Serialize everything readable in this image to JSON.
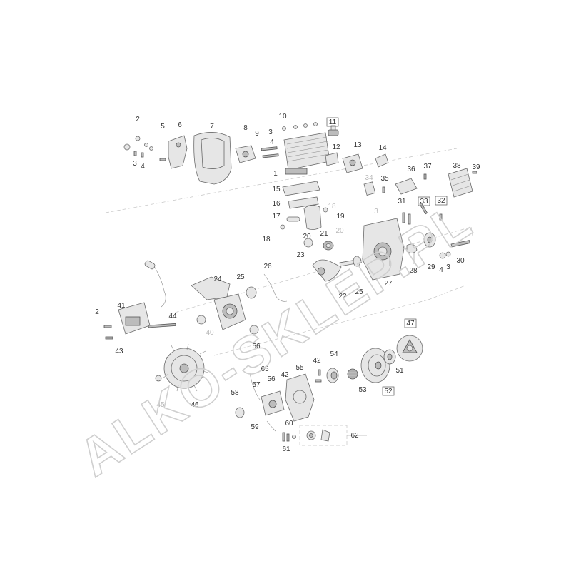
{
  "watermark": "ALKO-SKLEP.PL",
  "labels": [
    {
      "id": "l2a",
      "text": "2",
      "boxed": false,
      "light": false
    },
    {
      "id": "l3a",
      "text": "3",
      "boxed": false,
      "light": false
    },
    {
      "id": "l4a",
      "text": "4",
      "boxed": false,
      "light": false
    },
    {
      "id": "l5",
      "text": "5",
      "boxed": false,
      "light": false
    },
    {
      "id": "l6",
      "text": "6",
      "boxed": false,
      "light": false
    },
    {
      "id": "l7",
      "text": "7",
      "boxed": false,
      "light": false
    },
    {
      "id": "l8",
      "text": "8",
      "boxed": false,
      "light": false
    },
    {
      "id": "l9",
      "text": "9",
      "boxed": false,
      "light": false
    },
    {
      "id": "l10",
      "text": "10",
      "boxed": false,
      "light": false
    },
    {
      "id": "l3b",
      "text": "3",
      "boxed": false,
      "light": false
    },
    {
      "id": "l4b",
      "text": "4",
      "boxed": false,
      "light": false
    },
    {
      "id": "l11",
      "text": "11",
      "boxed": true,
      "light": false
    },
    {
      "id": "l12",
      "text": "12",
      "boxed": false,
      "light": false
    },
    {
      "id": "l13",
      "text": "13",
      "boxed": false,
      "light": false
    },
    {
      "id": "l14",
      "text": "14",
      "boxed": false,
      "light": false
    },
    {
      "id": "l1",
      "text": "1",
      "boxed": false,
      "light": false
    },
    {
      "id": "l36",
      "text": "36",
      "boxed": false,
      "light": false
    },
    {
      "id": "l37",
      "text": "37",
      "boxed": false,
      "light": false
    },
    {
      "id": "l38",
      "text": "38",
      "boxed": false,
      "light": false
    },
    {
      "id": "l39",
      "text": "39",
      "boxed": false,
      "light": false
    },
    {
      "id": "l34",
      "text": "34",
      "boxed": false,
      "light": true
    },
    {
      "id": "l35",
      "text": "35",
      "boxed": false,
      "light": false
    },
    {
      "id": "l15",
      "text": "15",
      "boxed": false,
      "light": false
    },
    {
      "id": "l16",
      "text": "16",
      "boxed": false,
      "light": false
    },
    {
      "id": "l18a",
      "text": "18",
      "boxed": false,
      "light": true
    },
    {
      "id": "l19",
      "text": "19",
      "boxed": false,
      "light": false
    },
    {
      "id": "l3c",
      "text": "3",
      "boxed": false,
      "light": true
    },
    {
      "id": "l33",
      "text": "33",
      "boxed": true,
      "light": false
    },
    {
      "id": "l31",
      "text": "31",
      "boxed": false,
      "light": false
    },
    {
      "id": "l32",
      "text": "32",
      "boxed": true,
      "light": false
    },
    {
      "id": "l17",
      "text": "17",
      "boxed": false,
      "light": false
    },
    {
      "id": "l18b",
      "text": "18",
      "boxed": false,
      "light": false
    },
    {
      "id": "l20a",
      "text": "20",
      "boxed": false,
      "light": false
    },
    {
      "id": "l21",
      "text": "21",
      "boxed": false,
      "light": false
    },
    {
      "id": "l20b",
      "text": "20",
      "boxed": false,
      "light": true
    },
    {
      "id": "l23",
      "text": "23",
      "boxed": false,
      "light": false
    },
    {
      "id": "l28",
      "text": "28",
      "boxed": false,
      "light": false
    },
    {
      "id": "l29",
      "text": "29",
      "boxed": false,
      "light": false
    },
    {
      "id": "l4c",
      "text": "4",
      "boxed": false,
      "light": false
    },
    {
      "id": "l3d",
      "text": "3",
      "boxed": false,
      "light": false
    },
    {
      "id": "l30",
      "text": "30",
      "boxed": false,
      "light": false
    },
    {
      "id": "l24",
      "text": "24",
      "boxed": false,
      "light": false
    },
    {
      "id": "l25a",
      "text": "25",
      "boxed": false,
      "light": false
    },
    {
      "id": "l26",
      "text": "26",
      "boxed": false,
      "light": false
    },
    {
      "id": "l22",
      "text": "22",
      "boxed": false,
      "light": false
    },
    {
      "id": "l25b",
      "text": "25",
      "boxed": false,
      "light": false
    },
    {
      "id": "l27",
      "text": "27",
      "boxed": false,
      "light": false
    },
    {
      "id": "l41",
      "text": "41",
      "boxed": false,
      "light": false
    },
    {
      "id": "l2b",
      "text": "2",
      "boxed": false,
      "light": false
    },
    {
      "id": "l44",
      "text": "44",
      "boxed": false,
      "light": false
    },
    {
      "id": "l40",
      "text": "40",
      "boxed": false,
      "light": true
    },
    {
      "id": "l43",
      "text": "43",
      "boxed": false,
      "light": false
    },
    {
      "id": "l56a",
      "text": "56",
      "boxed": false,
      "light": false
    },
    {
      "id": "l47",
      "text": "47",
      "boxed": true,
      "light": false
    },
    {
      "id": "l54",
      "text": "54",
      "boxed": false,
      "light": false
    },
    {
      "id": "l42a",
      "text": "42",
      "boxed": false,
      "light": false
    },
    {
      "id": "l65",
      "text": "65",
      "boxed": false,
      "light": false
    },
    {
      "id": "l55",
      "text": "55",
      "boxed": false,
      "light": false
    },
    {
      "id": "l42b",
      "text": "42",
      "boxed": false,
      "light": false
    },
    {
      "id": "l51",
      "text": "51",
      "boxed": false,
      "light": false
    },
    {
      "id": "l57",
      "text": "57",
      "boxed": false,
      "light": false
    },
    {
      "id": "l56b",
      "text": "56",
      "boxed": false,
      "light": false
    },
    {
      "id": "l53",
      "text": "53",
      "boxed": false,
      "light": false
    },
    {
      "id": "l52",
      "text": "52",
      "boxed": true,
      "light": false
    },
    {
      "id": "l58",
      "text": "58",
      "boxed": false,
      "light": false
    },
    {
      "id": "l45",
      "text": "45",
      "boxed": false,
      "light": true
    },
    {
      "id": "l46",
      "text": "46",
      "boxed": false,
      "light": false
    },
    {
      "id": "l59",
      "text": "59",
      "boxed": false,
      "light": false
    },
    {
      "id": "l60",
      "text": "60",
      "boxed": false,
      "light": false
    },
    {
      "id": "l62",
      "text": "62",
      "boxed": false,
      "light": false
    },
    {
      "id": "l61",
      "text": "61",
      "boxed": false,
      "light": false
    }
  ]
}
